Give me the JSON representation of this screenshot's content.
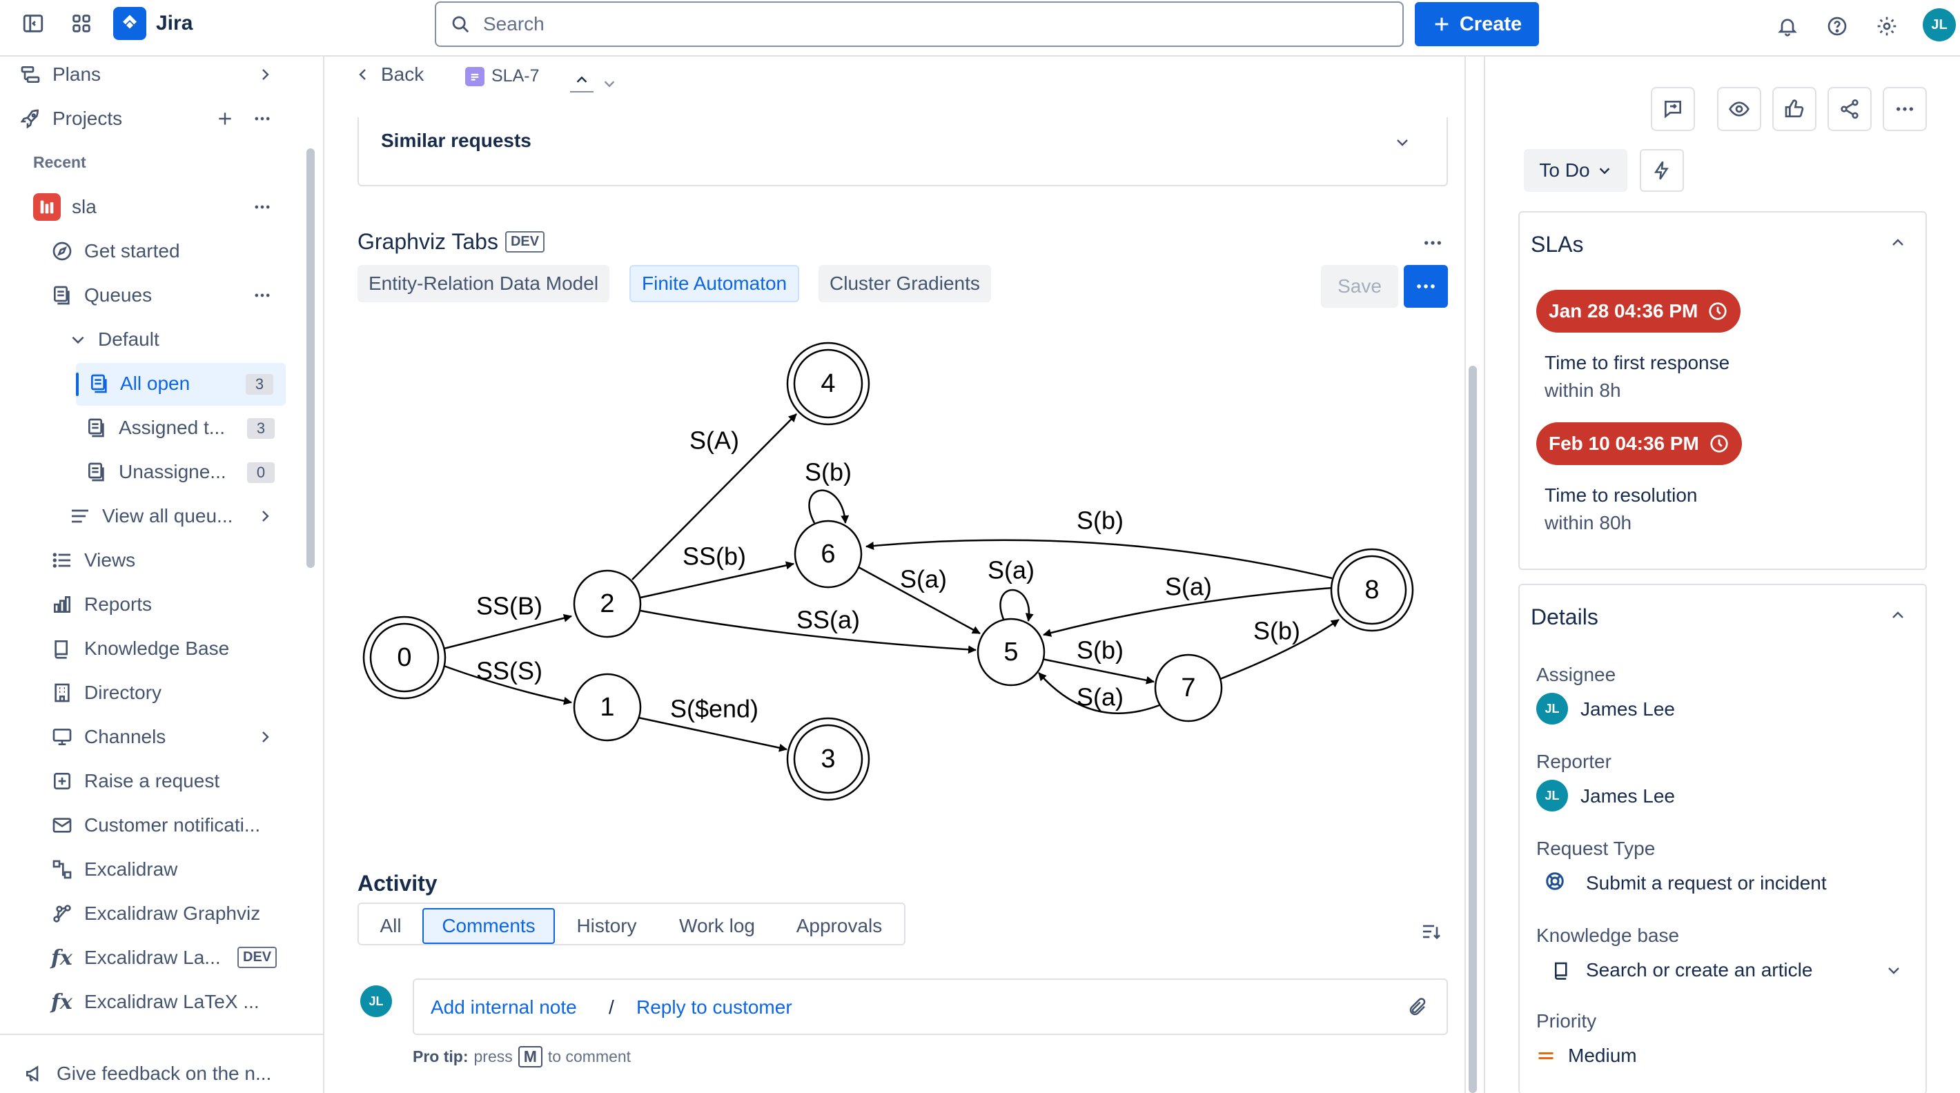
{
  "topbar": {
    "app_name": "Jira",
    "search_placeholder": "Search",
    "create_label": "Create",
    "avatar_initials": "JL"
  },
  "sidebar": {
    "plans": "Plans",
    "projects": "Projects",
    "recent": "Recent",
    "project_name": "sla",
    "get_started": "Get started",
    "queues": "Queues",
    "default": "Default",
    "all_open": "All open",
    "all_open_count": "3",
    "assigned": "Assigned t...",
    "assigned_count": "3",
    "unassigned": "Unassigne...",
    "unassigned_count": "0",
    "view_all": "View all queu...",
    "views": "Views",
    "reports": "Reports",
    "knowledge_base": "Knowledge Base",
    "directory": "Directory",
    "channels": "Channels",
    "raise_request": "Raise a request",
    "customer_notif": "Customer notificati...",
    "excalidraw": "Excalidraw",
    "excalidraw_graphviz": "Excalidraw Graphviz",
    "excalidraw_la": "Excalidraw La...",
    "dev": "DEV",
    "excalidraw_latex": "Excalidraw LaTeX ...",
    "feedback": "Give feedback on the n..."
  },
  "issue_nav": {
    "back": "Back",
    "issue_key": "SLA-7"
  },
  "similar_requests": "Similar requests",
  "graphviz": {
    "title": "Graphviz Tabs",
    "badge": "DEV",
    "tabs": [
      "Entity-Relation Data Model",
      "Finite Automaton",
      "Cluster Gradients"
    ],
    "active_tab": "Finite Automaton",
    "save": "Save",
    "nodes": [
      "0",
      "1",
      "2",
      "3",
      "4",
      "5",
      "6",
      "7",
      "8"
    ],
    "edge_labels": {
      "e0_2": "SS(B)",
      "e0_1": "SS(S)",
      "e1_3": "S($end)",
      "e2_4": "S(A)",
      "e2_6": "SS(b)",
      "e2_5": "SS(a)",
      "e6_6": "S(b)",
      "e6_5": "S(a)",
      "e5_5": "S(a)",
      "e5_7": "S(b)",
      "e7_5": "S(a)",
      "e7_8": "S(b)",
      "e8_6": "S(b)",
      "e8_5": "S(a)"
    }
  },
  "activity": {
    "title": "Activity",
    "tabs": [
      "All",
      "Comments",
      "History",
      "Work log",
      "Approvals"
    ],
    "active_tab": "Comments",
    "add_note": "Add internal note",
    "separator": "/",
    "reply": "Reply to customer",
    "pro_tip_bold": "Pro tip:",
    "pro_tip_press": "press",
    "pro_tip_key": "M",
    "pro_tip_rest": "to comment",
    "avatar_initials": "JL"
  },
  "right_panel": {
    "status": "To Do",
    "slas_title": "SLAs",
    "sla1_time": "Jan 28 04:36 PM",
    "sla1_label": "Time to first response",
    "sla1_within": "within 8h",
    "sla2_time": "Feb 10 04:36 PM",
    "sla2_label": "Time to resolution",
    "sla2_within": "within 80h",
    "details_title": "Details",
    "assignee_label": "Assignee",
    "assignee": "James Lee",
    "reporter_label": "Reporter",
    "reporter": "James Lee",
    "request_type_label": "Request Type",
    "request_type": "Submit a request or incident",
    "kb_label": "Knowledge base",
    "kb_value": "Search or create an article",
    "priority_label": "Priority",
    "priority": "Medium",
    "avatar_initials": "JL"
  },
  "colors": {
    "brand": "#0c66e4",
    "sla_red": "#c9372c",
    "priority_orange": "#e56910"
  }
}
